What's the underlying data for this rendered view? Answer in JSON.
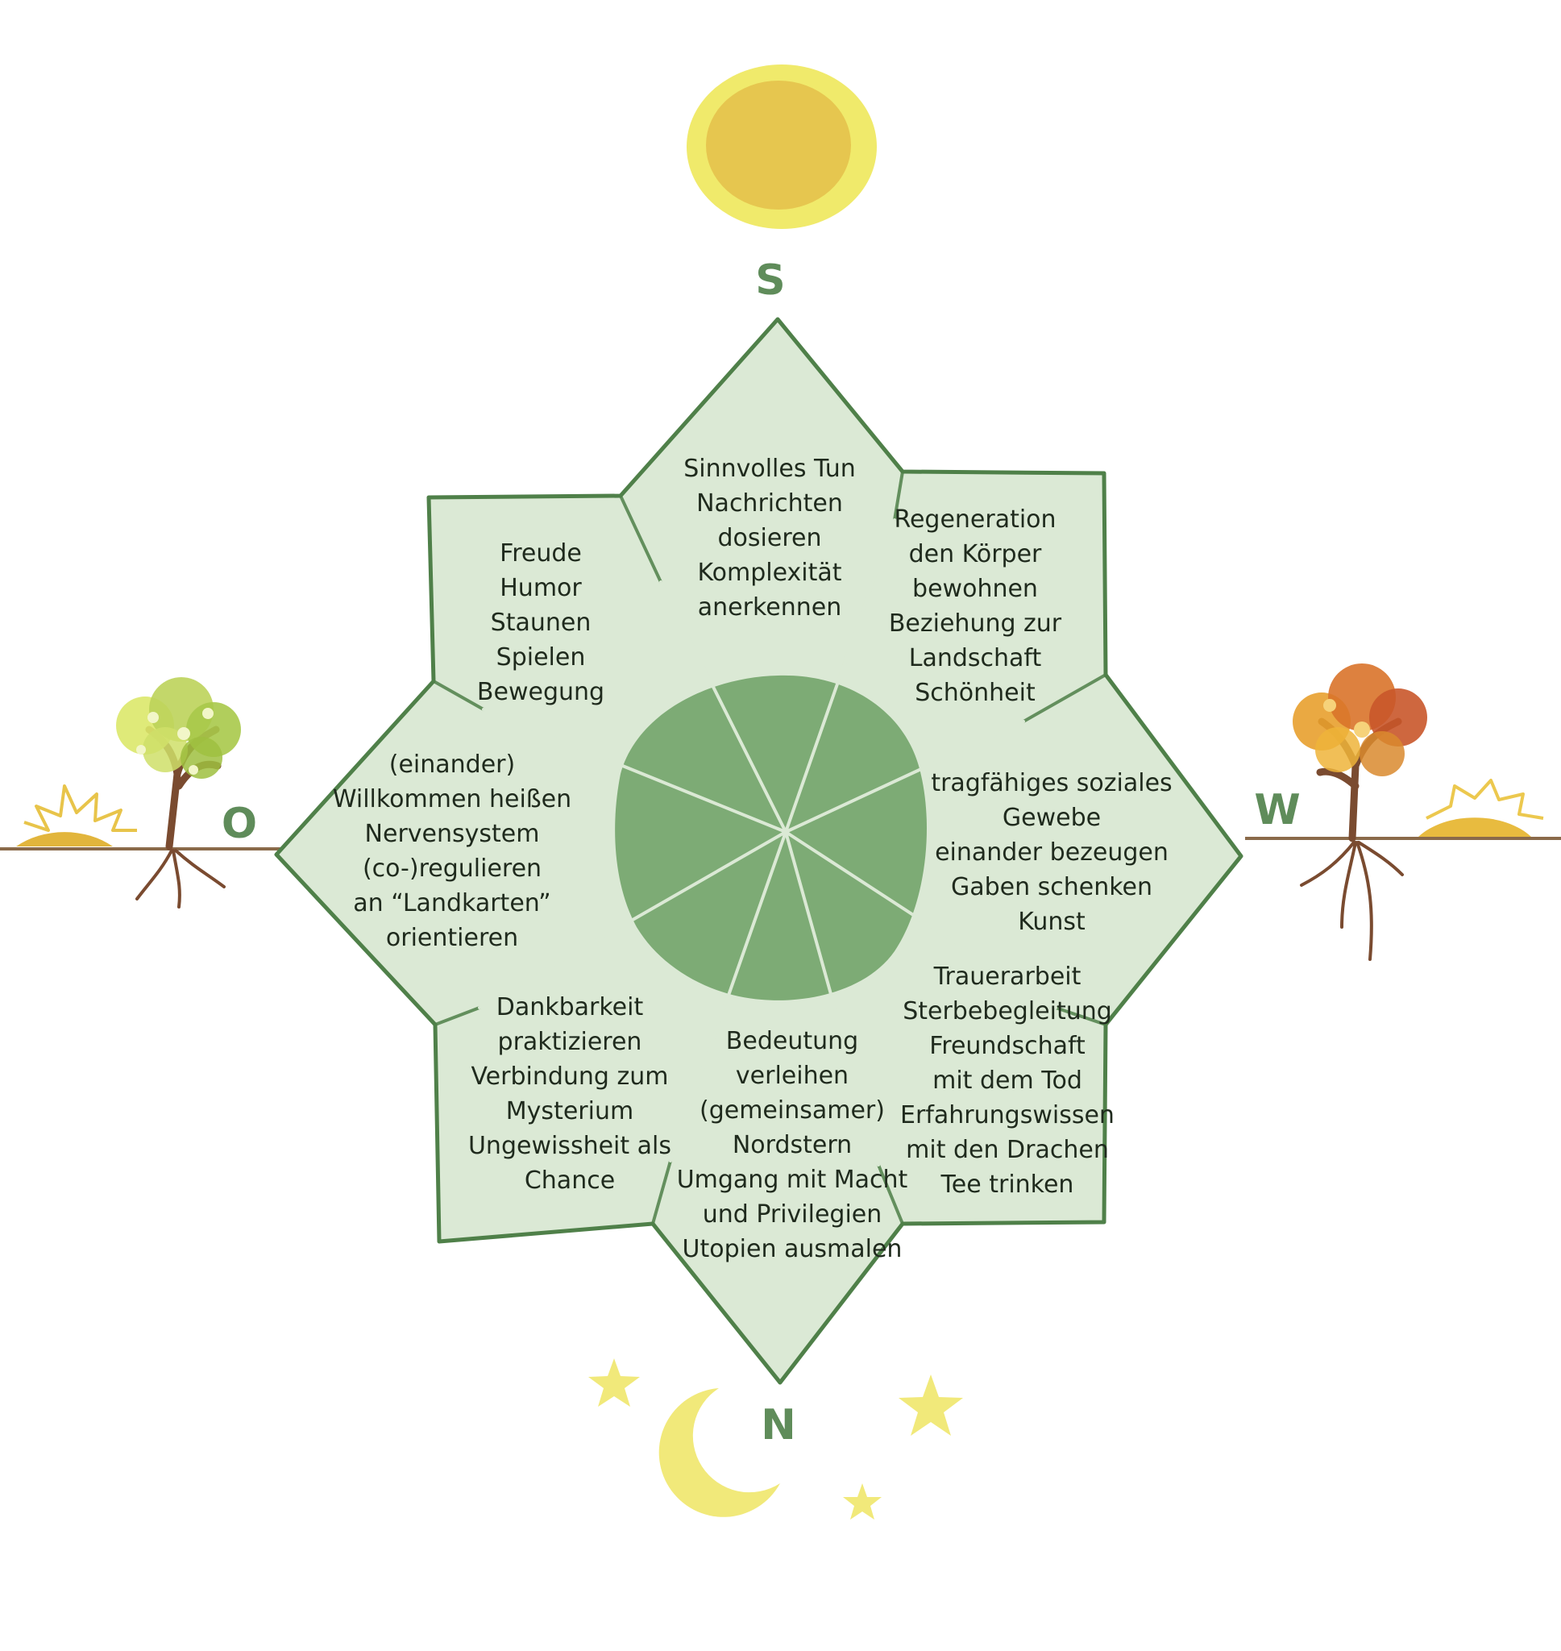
{
  "directions": {
    "south": "S",
    "north": "N",
    "east": "O",
    "west": "W"
  },
  "segments": [
    {
      "id": "south",
      "lines": [
        "Sinnvolles Tun",
        "Nachrichten",
        "dosieren",
        "Komplexität",
        "anerkennen"
      ]
    },
    {
      "id": "south-west",
      "lines": [
        "Regeneration",
        "den Körper",
        "bewohnen",
        "Beziehung zur",
        "Landschaft",
        "Schönheit"
      ]
    },
    {
      "id": "west",
      "lines": [
        "tragfähiges soziales",
        "Gewebe",
        "einander bezeugen",
        "Gaben schenken",
        "Kunst"
      ]
    },
    {
      "id": "north-west",
      "lines": [
        "Trauerarbeit",
        "Sterbebegleitung",
        "Freundschaft",
        "mit dem Tod",
        "Erfahrungswissen",
        "mit den Drachen",
        "Tee trinken"
      ]
    },
    {
      "id": "north",
      "lines": [
        "Bedeutung",
        "verleihen",
        "(gemeinsamer)",
        "Nordstern",
        "Umgang mit Macht",
        "und Privilegien",
        "Utopien ausmalen"
      ]
    },
    {
      "id": "north-east",
      "lines": [
        "Dankbarkeit",
        "praktizieren",
        "Verbindung zum",
        "Mysterium",
        "Ungewissheit als",
        "Chance"
      ]
    },
    {
      "id": "east",
      "lines": [
        "(einander)",
        "Willkommen heißen",
        "Nervensystem",
        "(co-)regulieren",
        "an “Landkarten”",
        "orientieren"
      ]
    },
    {
      "id": "south-east",
      "lines": [
        "Freude",
        "Humor",
        "Staunen",
        "Spielen",
        "Bewegung"
      ]
    }
  ],
  "colors": {
    "star_fill": "#dbe9d5",
    "star_outline": "#4f8049",
    "center": "#7dab75",
    "sun_outer": "#f0ea6b",
    "sun_inner": "#e6c64f",
    "moon": "#f1e97a",
    "letters": "#5f8c5a",
    "autumn_tree": "#d9732a",
    "spring_tree": "#bcd35a"
  },
  "icons": {
    "top": "sun-icon",
    "bottom": "moon-icon",
    "bottom_extra": "star-icon",
    "left": "spring-tree-icon",
    "right": "autumn-tree-icon",
    "horizon": "rising-sun-icon"
  }
}
